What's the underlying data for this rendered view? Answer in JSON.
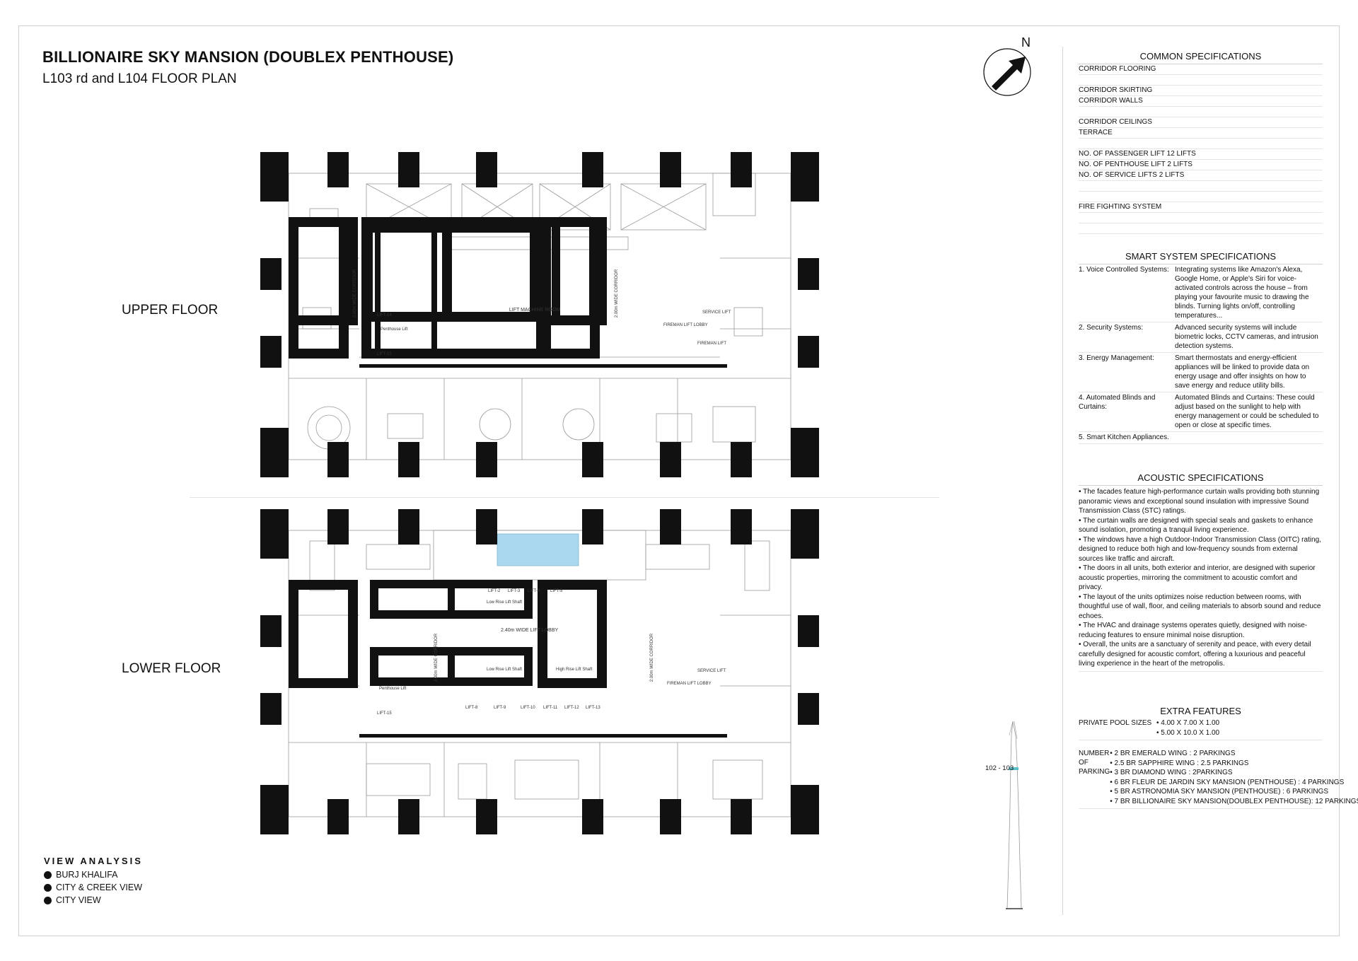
{
  "title": "BILLIONAIRE SKY MANSION (DOUBLEX PENTHOUSE)",
  "subtitle": "L103 rd and L104 FLOOR PLAN",
  "floors": {
    "upper": "UPPER FLOOR",
    "lower": "LOWER  FLOOR"
  },
  "compass": {
    "label": "N"
  },
  "common_specs": {
    "title": "COMMON SPECIFICATIONS",
    "rows": [
      "CORRIDOR FLOORING",
      "",
      "CORRIDOR SKIRTING",
      "CORRIDOR WALLS",
      "",
      "CORRIDOR CEILINGS",
      "TERRACE",
      "",
      "NO. OF PASSENGER LIFT  12 LIFTS",
      "NO. OF PENTHOUSE LIFT 2 LIFTS",
      "NO. OF SERVICE LIFTS     2 LIFTS",
      "",
      "",
      "FIRE FIGHTING SYSTEM",
      "",
      ""
    ]
  },
  "smart_specs": {
    "title": "SMART SYSTEM SPECIFICATIONS",
    "rows": [
      {
        "k": "1.  Voice Controlled Systems:",
        "v": "Integrating systems like Amazon's Alexa, Google Home, or Apple's Siri for voice-activated controls across the house – from playing your favourite music to drawing the blinds. Turning lights on/off, controlling temperatures..."
      },
      {
        "k": "2.  Security Systems:",
        "v": "Advanced security systems will include biometric locks, CCTV cameras, and intrusion detection systems."
      },
      {
        "k": "3.  Energy Management:",
        "v": "Smart thermostats and energy-efficient appliances will be linked to provide data on energy usage and offer insights on how to save energy and reduce utility bills."
      },
      {
        "k": "4.  Automated Blinds and Curtains:",
        "v": "Automated Blinds and Curtains: These could adjust based on the sunlight to help with energy management or could be scheduled to open or close at specific times."
      },
      {
        "k": "5.  Smart Kitchen Appliances.",
        "v": ""
      }
    ]
  },
  "acoustic_specs": {
    "title": "ACOUSTIC SPECIFICATIONS",
    "paragraphs": [
      "•  The facades feature high-performance curtain walls providing both stunning panoramic views and exceptional sound insulation with impressive Sound Transmission Class (STC) ratings.",
      "•  The curtain walls are designed with special seals and gaskets to enhance sound isolation, promoting a tranquil living experience.",
      "•  The windows have a high Outdoor-Indoor Transmission Class (OITC) rating, designed to reduce both high and low-frequency sounds from external sources like traffic and aircraft.",
      "•  The doors in all units, both exterior and interior, are designed with superior acoustic properties, mirroring the commitment to acoustic comfort and privacy.",
      "•  The layout of the units optimizes noise reduction between rooms, with thoughtful use of wall, floor, and ceiling materials to absorb sound and reduce echoes.",
      "•  The HVAC and drainage systems operates quietly, designed with noise-reducing features to ensure minimal noise disruption.",
      "•  Overall, the units are a sanctuary of serenity and peace, with every detail carefully designed for acoustic comfort, offering a luxurious and peaceful living experience in the heart of the metropolis."
    ]
  },
  "extra_features": {
    "title": "EXTRA FEATURES",
    "pool_label": "PRIVATE POOL SIZES",
    "pool_sizes": [
      "•  4.00 X 7.00 X 1.00",
      "•  5.00 X 10.0 X 1.00"
    ],
    "parking_label": "NUMBER OF PARKING",
    "parking": [
      "•  2 BR EMERALD WING : 2 PARKINGS",
      "•  2.5 BR SAPPHIRE WING : 2.5 PARKINGS",
      "•  3 BR DIAMOND WING : 2PARKINGS",
      "•  6 BR FLEUR DE JARDIN SKY MANSION (PENTHOUSE) : 4 PARKINGS",
      "•  5 BR ASTRONOMIA SKY MANSION (PENTHOUSE) : 6 PARKINGS",
      "•  7 BR BILLIONAIRE SKY MANSION(DOUBLEX PENTHOUSE): 12 PARKINGS"
    ]
  },
  "tower": {
    "label": "102 - 103"
  },
  "view_analysis": {
    "title": "VIEW ANALYSIS",
    "items": [
      "BURJ KHALIFA",
      "CITY & CREEK VIEW",
      "CITY VIEW"
    ]
  },
  "plan_labels": {
    "upper": {
      "lift_machine": "LIFT MACHINE ROOM",
      "corridor_left": "2.00m WIDE CORRIDOR",
      "corridor_right": "2.00m WIDE CORRIDOR",
      "lift_14": "LIFT-14",
      "lift_15": "LIFT-15",
      "service_lift": "SERVICE LIFT",
      "fireman_lobby": "FIREMAN LIFT LOBBY",
      "fireman_lift": "FIREMAN LIFT",
      "penthouse_lift": "Penthouse Lift"
    },
    "lower": {
      "lift_lobby": "2.40m WIDE LIFT LOBBY",
      "low_rise_n": "Low Rise Lift Shaft",
      "low_rise_s": "Low Rise Lift Shaft",
      "high_rise": "High Rise Lift Shaft",
      "corridor_left": "2.00m WIDE CORRIDOR",
      "corridor_right": "2.00m WIDE CORRIDOR",
      "service_lift": "SERVICE LIFT",
      "fireman_lobby": "FIREMAN LIFT LOBBY",
      "penthouse_lift": "Penthouse Lift",
      "lift_2": "LIFT-2",
      "lift_3": "LIFT-3",
      "lift_4": "LIFT-4",
      "lift_5": "LIFT-5",
      "lift_8": "LIFT-8",
      "lift_9": "LIFT-9",
      "lift_10": "LIFT-10",
      "lift_11": "LIFT-11",
      "lift_12": "LIFT-12",
      "lift_13": "LIFT-13",
      "lift_15": "LIFT-15"
    }
  }
}
